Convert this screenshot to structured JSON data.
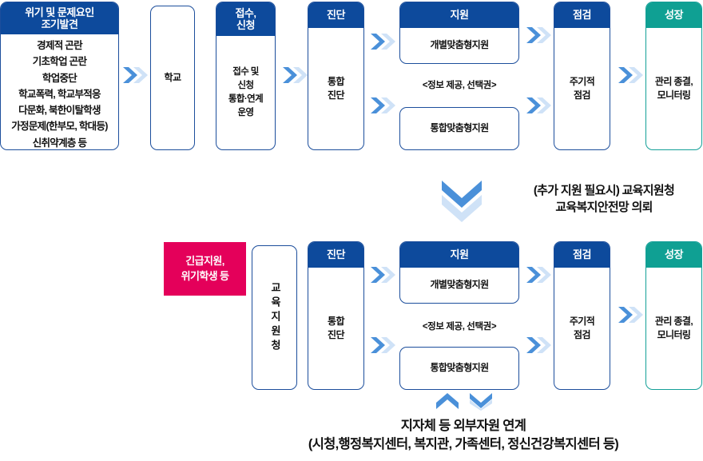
{
  "colors": {
    "header_blue": "#0d4a9c",
    "header_teal": "#0fa093",
    "pink": "#e4005a",
    "arrow_dark": "#4a90d9",
    "arrow_light": "#cfe2f7",
    "border_blue": "#1c4e9c",
    "border_teal": "#14a098"
  },
  "row1": {
    "risk": {
      "title": "위기 및 문제요인\n조기발견",
      "items": "경제적 곤란\n기초학업 곤란\n학업중단\n학교폭력, 학교부적응\n다문화, 북한이탈학생\n가정문제(한부모, 학대등)\n신취약계층 등"
    },
    "school": {
      "body": "학교"
    },
    "intake": {
      "title": "접수,\n신청",
      "body": "접수 및\n신청\n통합·연계\n운영"
    },
    "diagnosis": {
      "title": "진단",
      "body": "통합\n진단"
    },
    "support": {
      "title": "지원",
      "individual": "개별맞춤형지원",
      "caption": "<정보 제공, 선택권>",
      "integrated": "통합맞춤형지원"
    },
    "check": {
      "title": "점검",
      "body": "주기적\n점검"
    },
    "growth": {
      "title": "성장",
      "body": "관리 종결,\n모니터링"
    }
  },
  "middle": {
    "note": "(추가 지원 필요시) 교육지원청\n교육복지안전망 의뢰"
  },
  "row2": {
    "urgent": {
      "body": "긴급지원,\n위기학생 등"
    },
    "office": {
      "body": "교육지원청"
    },
    "diagnosis": {
      "title": "진단",
      "body": "통합\n진단"
    },
    "support": {
      "title": "지원",
      "individual": "개별맞춤형지원",
      "caption": "<정보 제공, 선택권>",
      "integrated": "통합맞춤형지원"
    },
    "check": {
      "title": "점검",
      "body": "주기적\n점검"
    },
    "growth": {
      "title": "성장",
      "body": "관리 종결,\n모니터링"
    }
  },
  "bottom": {
    "note": "지자체 등 외부자원 연계\n(시청,행정복지센터, 복지관, 가족센터, 정신건강복지센터 등)"
  }
}
